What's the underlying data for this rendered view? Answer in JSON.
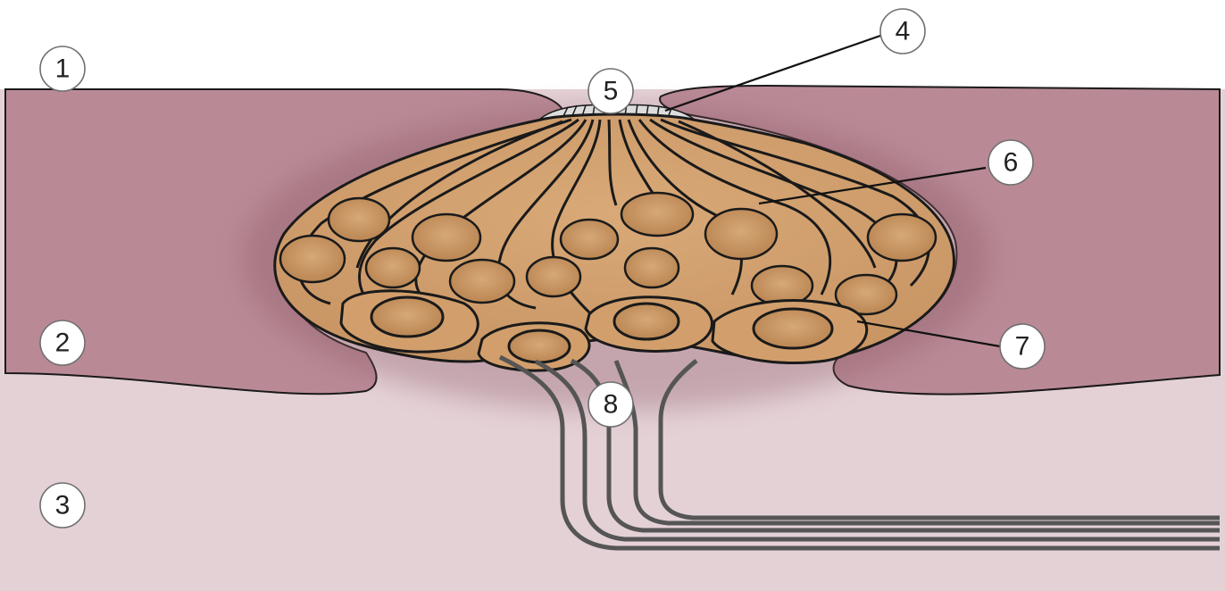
{
  "diagram": {
    "colors": {
      "epithelium": "#b98a96",
      "epithelium_dark": "#9a6674",
      "connective_tissue": "#e4d1d6",
      "cell_body": "#d29f6c",
      "nucleus": "#c08c57",
      "outline": "#1a1a1a",
      "nerve_fiber": "#555555"
    },
    "labels": [
      {
        "id": "1",
        "text": "1"
      },
      {
        "id": "2",
        "text": "2"
      },
      {
        "id": "3",
        "text": "3"
      },
      {
        "id": "4",
        "text": "4"
      },
      {
        "id": "5",
        "text": "5"
      },
      {
        "id": "6",
        "text": "6"
      },
      {
        "id": "7",
        "text": "7"
      },
      {
        "id": "8",
        "text": "8"
      }
    ]
  }
}
